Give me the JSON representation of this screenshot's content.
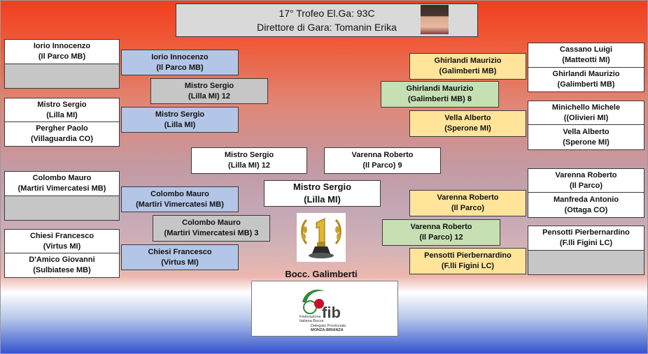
{
  "header": {
    "title": "17° Trofeo El.Ga: 93C",
    "director": "Direttore di Gara: Tomanin Erika"
  },
  "left_round1": [
    {
      "name": "Iorio Innocenzo",
      "club": "(Il Parco MB)"
    },
    {
      "name": "",
      "club": ""
    },
    {
      "name": "Mistro Sergio",
      "club": "(Lilla MI)"
    },
    {
      "name": "Pergher Paolo",
      "club": "(Villaguardia CO)"
    },
    {
      "name": "Colombo Mauro",
      "club": "(Martiri Vimercatesi MB)"
    },
    {
      "name": "",
      "club": ""
    },
    {
      "name": "Chiesi Francesco",
      "club": "(Virtus MI)"
    },
    {
      "name": "D'Amico Giovanni",
      "club": "(Sulbiatese MB)"
    }
  ],
  "left_round2": [
    {
      "name": "Iorio Innocenzo",
      "club": "(Il Parco MB)"
    },
    {
      "name": "Mistro Sergio",
      "club": "(Lilla MI)"
    },
    {
      "name": "Colombo Mauro",
      "club": "(Martiri Vimercatesi MB)"
    },
    {
      "name": "Chiesi Francesco",
      "club": "(Virtus MI)"
    }
  ],
  "left_round3": [
    {
      "name": "Mistro Sergio",
      "club": "(Lilla MI)  12"
    },
    {
      "name": "Colombo Mauro",
      "club": "(Martiri Vimercatesi MB) 3"
    }
  ],
  "right_round1": [
    {
      "name": "Cassano Luigi",
      "club": "(Matteotti MI)"
    },
    {
      "name": "Ghirlandi Maurizio",
      "club": "(Galimberti MB)"
    },
    {
      "name": "Minichello Michele",
      "club": "((Olivieri MI)"
    },
    {
      "name": "Vella Alberto",
      "club": "(Sperone MI)"
    },
    {
      "name": "Varenna Roberto",
      "club": "(Il Parco)"
    },
    {
      "name": "Manfreda Antonio",
      "club": "(Ottaga CO)"
    },
    {
      "name": "Pensotti Pierbernardino",
      "club": "(F.lli Figini LC)"
    },
    {
      "name": "",
      "club": ""
    }
  ],
  "right_round2": [
    {
      "name": "Ghirlandi Maurizio",
      "club": "(Galimberti MB)"
    },
    {
      "name": "Vella Alberto",
      "club": "(Sperone MI)"
    },
    {
      "name": "Varenna Roberto",
      "club": "(Il Parco)"
    },
    {
      "name": "Pensotti Pierbernardino",
      "club": "(F.lli Figini LC)"
    }
  ],
  "right_round3": [
    {
      "name": "Ghirlandi Maurizio",
      "club": "(Galimberti MB) 8"
    },
    {
      "name": "Varenna Roberto",
      "club": "(Il Parco)  12"
    }
  ],
  "final": [
    {
      "name": "Mistro Sergio",
      "club": "(Lilla MI)  12"
    },
    {
      "name": "Varenna Roberto",
      "club": "(Il Parco)  9"
    }
  ],
  "winner": {
    "name": "Mistro Sergio",
    "club": "(Lilla MI)"
  },
  "sponsor": "Bocc. Galimberti",
  "logo": {
    "text": "fib",
    "line1": "Federazione",
    "line2": "Italiana Bocce",
    "line3": "Delegato Provinciale",
    "line4": "MONZA-BRIANZA"
  },
  "colors": {
    "white": "#ffffff",
    "empty": "#c6c6c6",
    "left_qualified": "#b4c6e7",
    "right_qualified": "#ffe49a",
    "right_semifinal": "#c6e0b4",
    "left_semifinal": "#d9d9d9"
  }
}
